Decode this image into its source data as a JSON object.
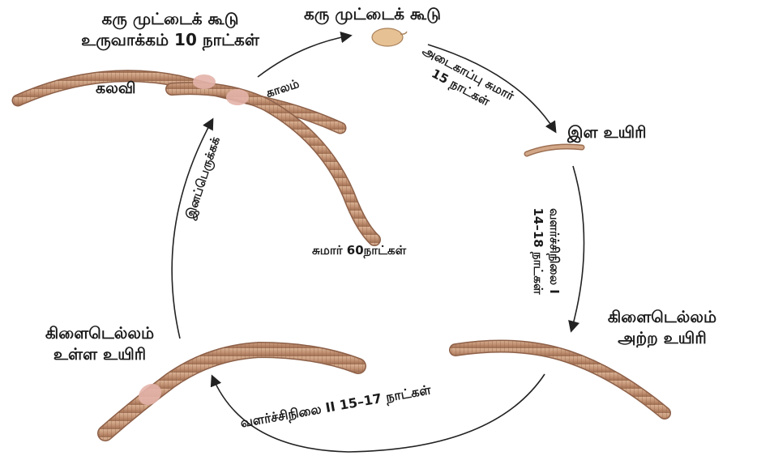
{
  "stages": {
    "cocoon_formation": [
      "கரு முட்டைக் கூடு",
      "உருவாக்கம் 10 நாட்கள்"
    ],
    "mating": "கலவி",
    "cocoon": "கரு முட்டைக் கூடு",
    "incubation": [
      "அடைகாப்பு சுமார்",
      "15 நாட்கள்"
    ],
    "juvenile": "இள உயிரி",
    "growth1": [
      "வளர்ச்சிநிலை I",
      "14–18 நாட்கள்"
    ],
    "non_clitellate": [
      "கிளைடெல்லம்",
      "அற்ற உயிரி"
    ],
    "growth2": "வளர்ச்சிநிலை II 15–17 நாட்கள்",
    "clitellate": [
      "கிளைடெல்லம்",
      "உள்ள உயிரி"
    ],
    "reproduction_period": [
      "இனப்பெருக்கக்",
      "காலம்"
    ],
    "about_60_days": "சுமார் 60நாட்கள்"
  },
  "colors": {
    "worm_body": "#c69a7a",
    "worm_dark": "#9c6f52",
    "clitellum": "#e3b2a8",
    "cocoon": "#e6c194",
    "arrow": "#222222"
  }
}
